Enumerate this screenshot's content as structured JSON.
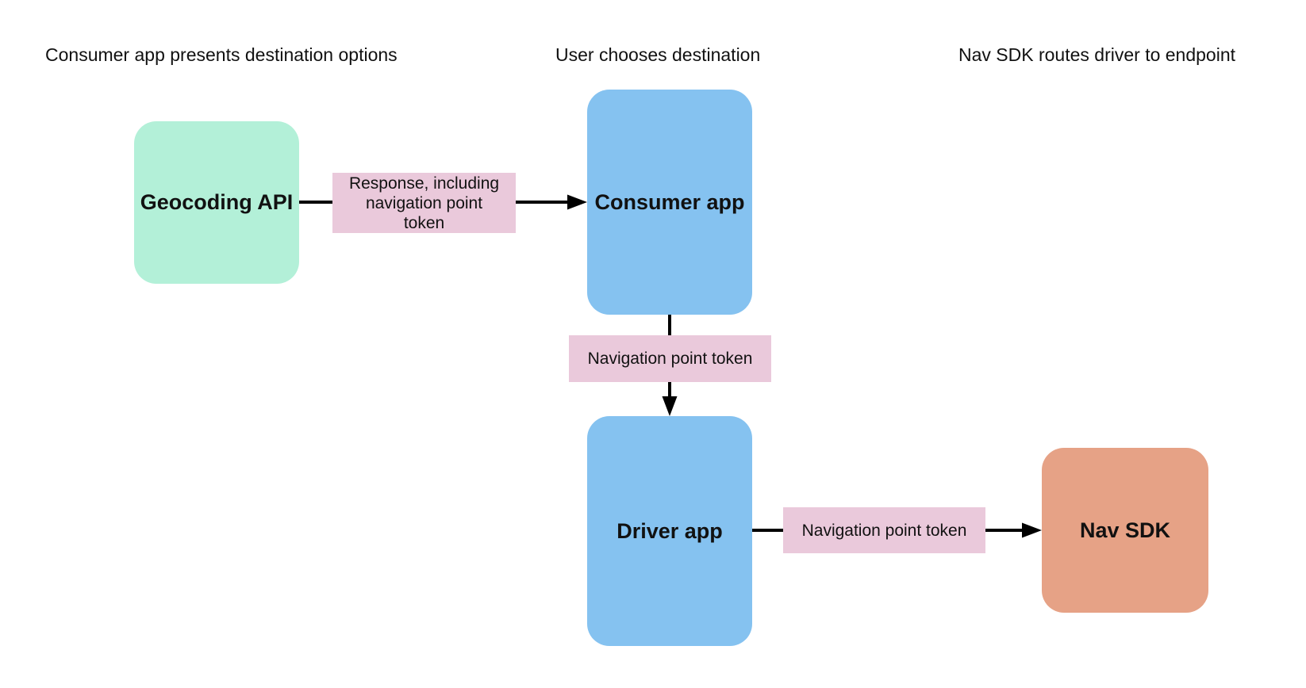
{
  "diagram": {
    "background": "#ffffff",
    "text_color": "#111111",
    "arrow_color": "#000000",
    "headers": [
      {
        "label": "Consumer app presents destination options"
      },
      {
        "label": "User chooses destination"
      },
      {
        "label": "Nav SDK routes driver to endpoint"
      }
    ],
    "nodes": [
      {
        "id": "geocoding-api",
        "label": "Geocoding API",
        "fill": "#b3f0d8"
      },
      {
        "id": "consumer-app",
        "label": "Consumer app",
        "fill": "#85c2f0"
      },
      {
        "id": "driver-app",
        "label": "Driver app",
        "fill": "#85c2f0"
      },
      {
        "id": "nav-sdk",
        "label": "Nav SDK",
        "fill": "#e6a286"
      }
    ],
    "edges": [
      {
        "from": "geocoding-api",
        "to": "consumer-app",
        "label": "Response, including\nnavigation point\ntoken",
        "label_fill": "#eac9db"
      },
      {
        "from": "consumer-app",
        "to": "driver-app",
        "label": "Navigation point token",
        "label_fill": "#eac9db"
      },
      {
        "from": "driver-app",
        "to": "nav-sdk",
        "label": "Navigation point token",
        "label_fill": "#eac9db"
      }
    ]
  }
}
